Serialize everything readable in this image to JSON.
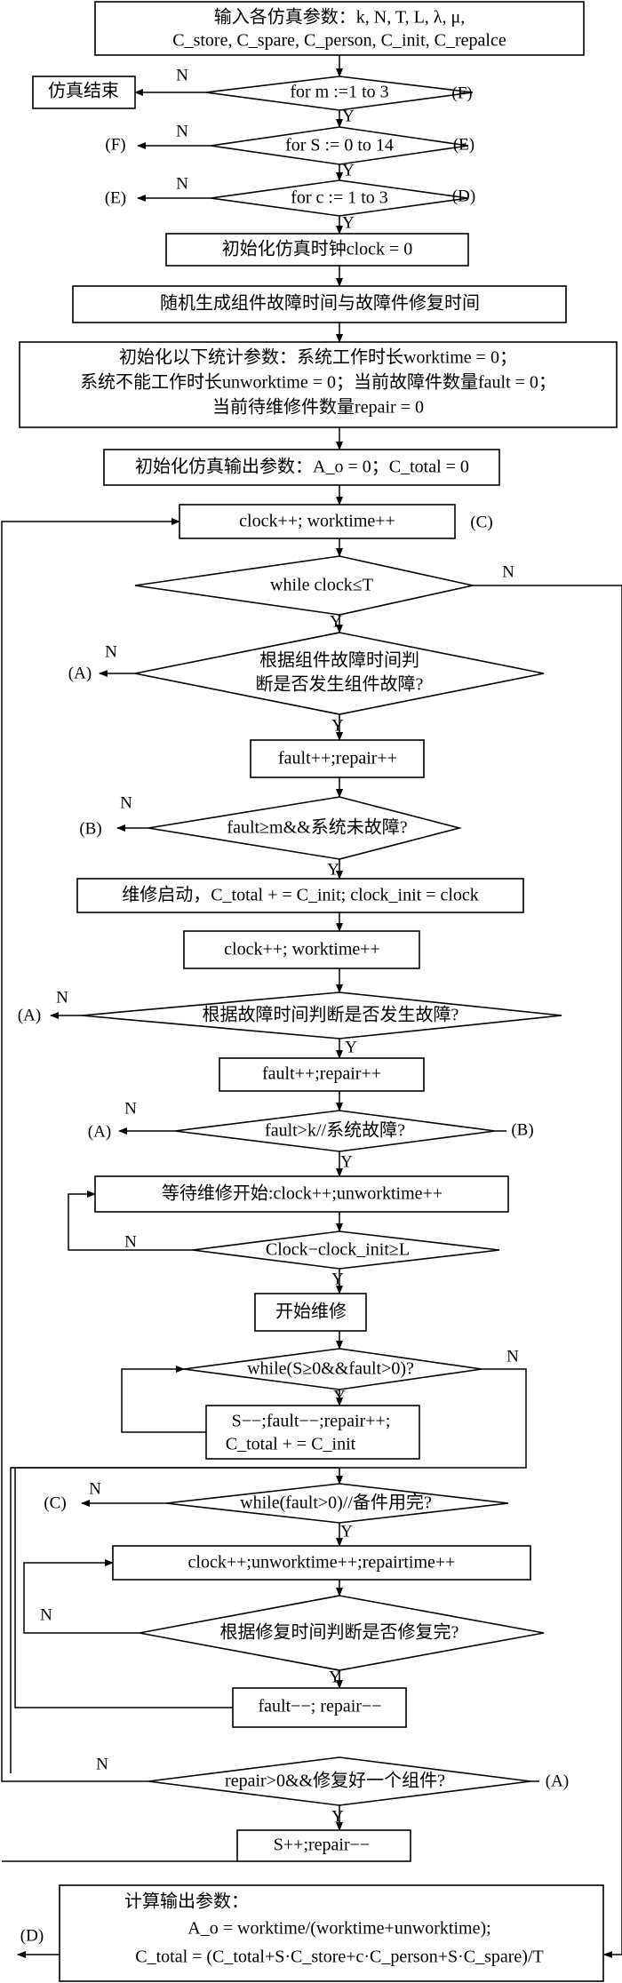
{
  "nodes": {
    "input": [
      "输入各仿真参数：k, N, T, L, λ, μ,",
      "C_store, C_spare, C_person, C_init, C_repalce"
    ],
    "sim_end": "仿真结束",
    "loop_m": "for m :=1 to 3",
    "loop_s": "for S := 0 to 14",
    "loop_c": "for c := 1 to 3",
    "init_clock": "初始化仿真时钟clock = 0",
    "gen_times": "随机生成组件故障时间与故障件修复时间",
    "init_stats": [
      "初始化以下统计参数：系统工作时长worktime = 0；",
      "系统不能工作时长unworktime = 0；当前故障件数量fault = 0；",
      "当前待维修件数量repair = 0"
    ],
    "init_output": "初始化仿真输出参数：A_o = 0；C_total = 0",
    "clock_inc_1": "clock++; worktime++",
    "while_clock": "while clock≤T",
    "judge_fault_1": [
      "根据组件故障时间判",
      "断是否发生组件故障?"
    ],
    "fault_repair_1": "fault++;repair++",
    "fault_ge_m": "fault≥m&&系统未故障?",
    "repair_start": "维修启动，C_total + = C_init; clock_init = clock",
    "clock_inc_2": "clock++; worktime++",
    "judge_fault_2": "根据故障时间判断是否发生故障?",
    "fault_repair_2": "fault++;repair++",
    "fault_gt_k": "fault>k//系统故障?",
    "wait_repair": "等待维修开始:clock++;unworktime++",
    "clock_l": "Clock−clock_init≥L",
    "start_repair": "开始维修",
    "while_s": "while(S≥0&&fault>0)?",
    "s_dec": [
      "S−−;fault−−;repair++;",
      "C_total + = C_init"
    ],
    "while_fault": "while(fault>0)//备件用完?",
    "clock_inc_3": "clock++;unworktime++;repairtime++",
    "judge_repaired": "根据修复时间判断是否修复完?",
    "fault_dec": "fault−−; repair−−",
    "repair_gt0": "repair>0&&修复好一个组件?",
    "s_inc": "S++;repair−−",
    "calc_output": [
      "计算输出参数：",
      "A_o = worktime/(worktime+unworktime);",
      "C_total = (C_total+S·C_store+c·C_person+S·C_spare)/T"
    ]
  },
  "labels": {
    "yes": "Y",
    "no": "N",
    "A": "(A)",
    "B": "(B)",
    "C": "(C)",
    "D": "(D)",
    "E": "(E)",
    "F": "(F)"
  }
}
